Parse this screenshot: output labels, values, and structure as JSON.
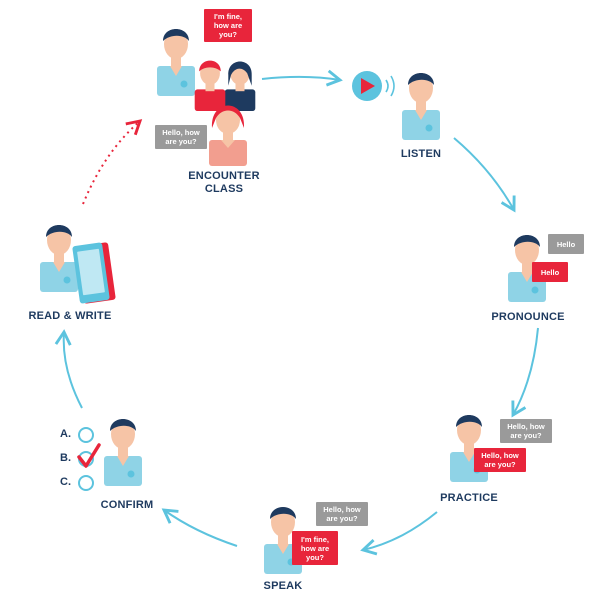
{
  "steps": {
    "encounter_class": "ENCOUNTER\nCLASS",
    "listen": "LISTEN",
    "pronounce": "PRONOUNCE",
    "practice": "PRACTICE",
    "speak": "SPEAK",
    "confirm": "CONFIRM",
    "read_write": "READ & WRITE"
  },
  "bubbles": {
    "encounter_reply": "I'm fine,\nhow are\nyou?",
    "encounter_question": "Hello, how\nare you?",
    "pronounce_gray": "Hello",
    "pronounce_red": "Hello",
    "practice_gray": "Hello, how\nare you?",
    "practice_red": "Hello, how\nare you?",
    "speak_gray": "Hello, how\nare you?",
    "speak_red": "I'm fine,\nhow are\nyou?"
  },
  "options": {
    "a": "A.",
    "b": "B.",
    "c": "C."
  },
  "colors": {
    "arrow": "#5cc3de",
    "dotted_arrow": "#e8253b",
    "shirt": "#8fd3e6",
    "skin": "#f6c4a6",
    "hair": "#1e3a5f",
    "red": "#e8253b",
    "gray": "#9a9a9a",
    "label": "#1e3a5f"
  },
  "icons": [
    "play-icon",
    "sound-waves-icon",
    "tablet-icon",
    "checkmark-icon"
  ]
}
